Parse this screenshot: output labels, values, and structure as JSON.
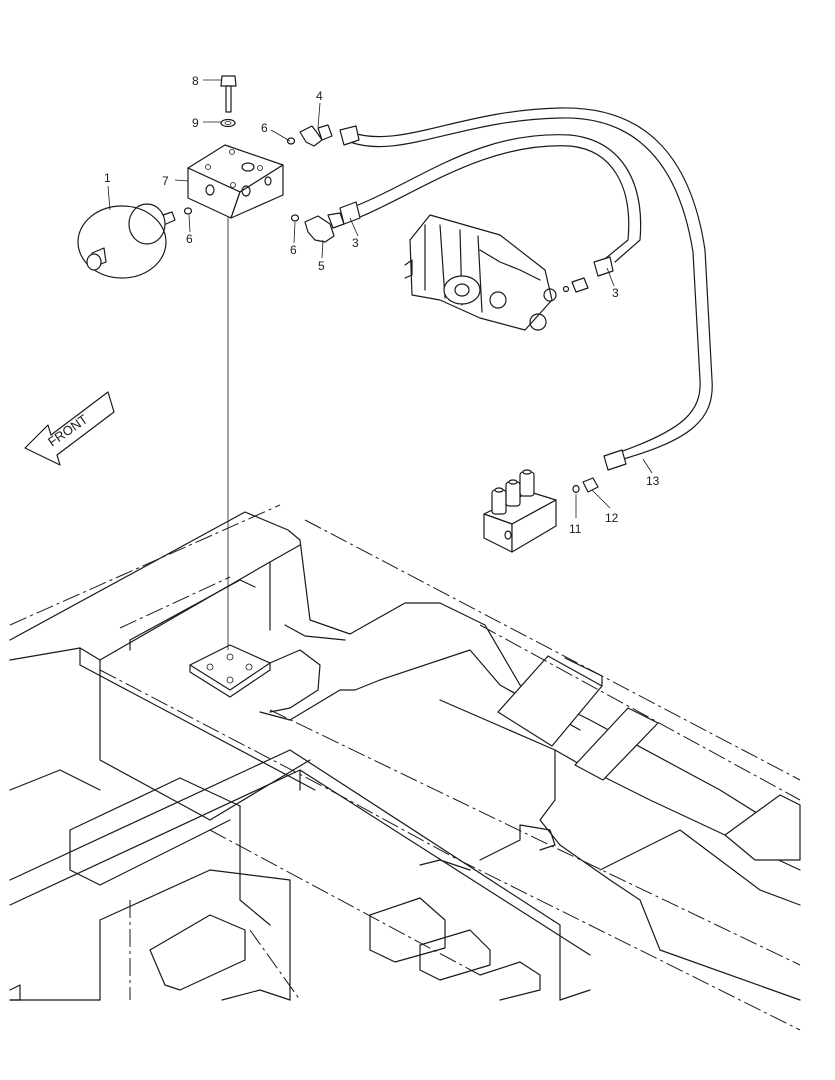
{
  "diagram": {
    "direction_label": "FRONT",
    "parts": [
      {
        "id": "1",
        "label": "1"
      },
      {
        "id": "3a",
        "label": "3"
      },
      {
        "id": "3b",
        "label": "3"
      },
      {
        "id": "4",
        "label": "4"
      },
      {
        "id": "5",
        "label": "5"
      },
      {
        "id": "6a",
        "label": "6"
      },
      {
        "id": "6b",
        "label": "6"
      },
      {
        "id": "6c",
        "label": "6"
      },
      {
        "id": "7",
        "label": "7"
      },
      {
        "id": "8",
        "label": "8"
      },
      {
        "id": "9",
        "label": "9"
      },
      {
        "id": "11",
        "label": "11"
      },
      {
        "id": "12",
        "label": "12"
      },
      {
        "id": "13",
        "label": "13"
      }
    ]
  }
}
